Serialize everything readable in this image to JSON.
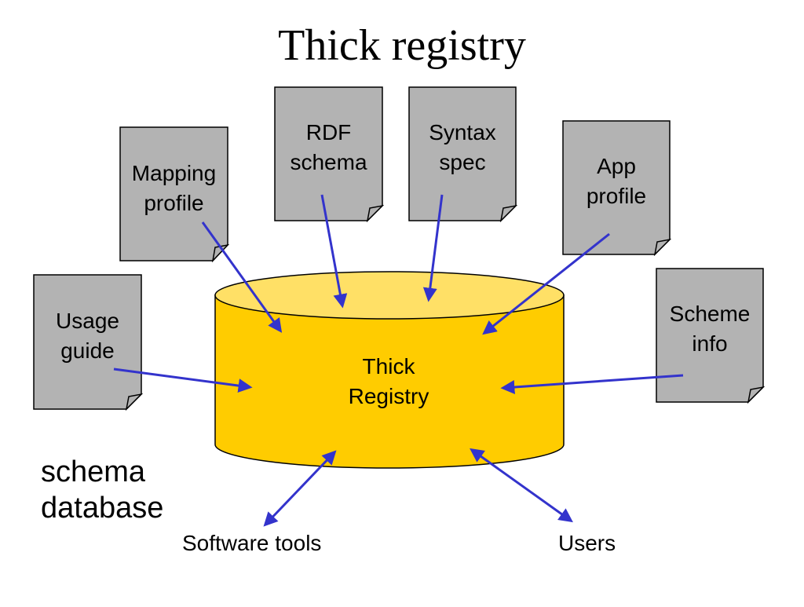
{
  "title": "Thick registry",
  "registry": {
    "line1": "Thick",
    "line2": "Registry"
  },
  "database_label": {
    "line1": "schema",
    "line2": "database"
  },
  "documents": {
    "usage_guide": {
      "line1": "Usage",
      "line2": "guide"
    },
    "mapping_profile": {
      "line1": "Mapping",
      "line2": "profile"
    },
    "rdf_schema": {
      "line1": "RDF",
      "line2": "schema"
    },
    "syntax_spec": {
      "line1": "Syntax",
      "line2": "spec"
    },
    "app_profile": {
      "line1": "App",
      "line2": "profile"
    },
    "scheme_info": {
      "line1": "Scheme",
      "line2": "info"
    }
  },
  "consumers": {
    "software_tools": "Software tools",
    "users": "Users"
  },
  "colors": {
    "cylinder_body": "#FFCC00",
    "cylinder_top": "#FFE066",
    "document_fill": "#B3B3B3",
    "arrow": "#3333CC"
  }
}
